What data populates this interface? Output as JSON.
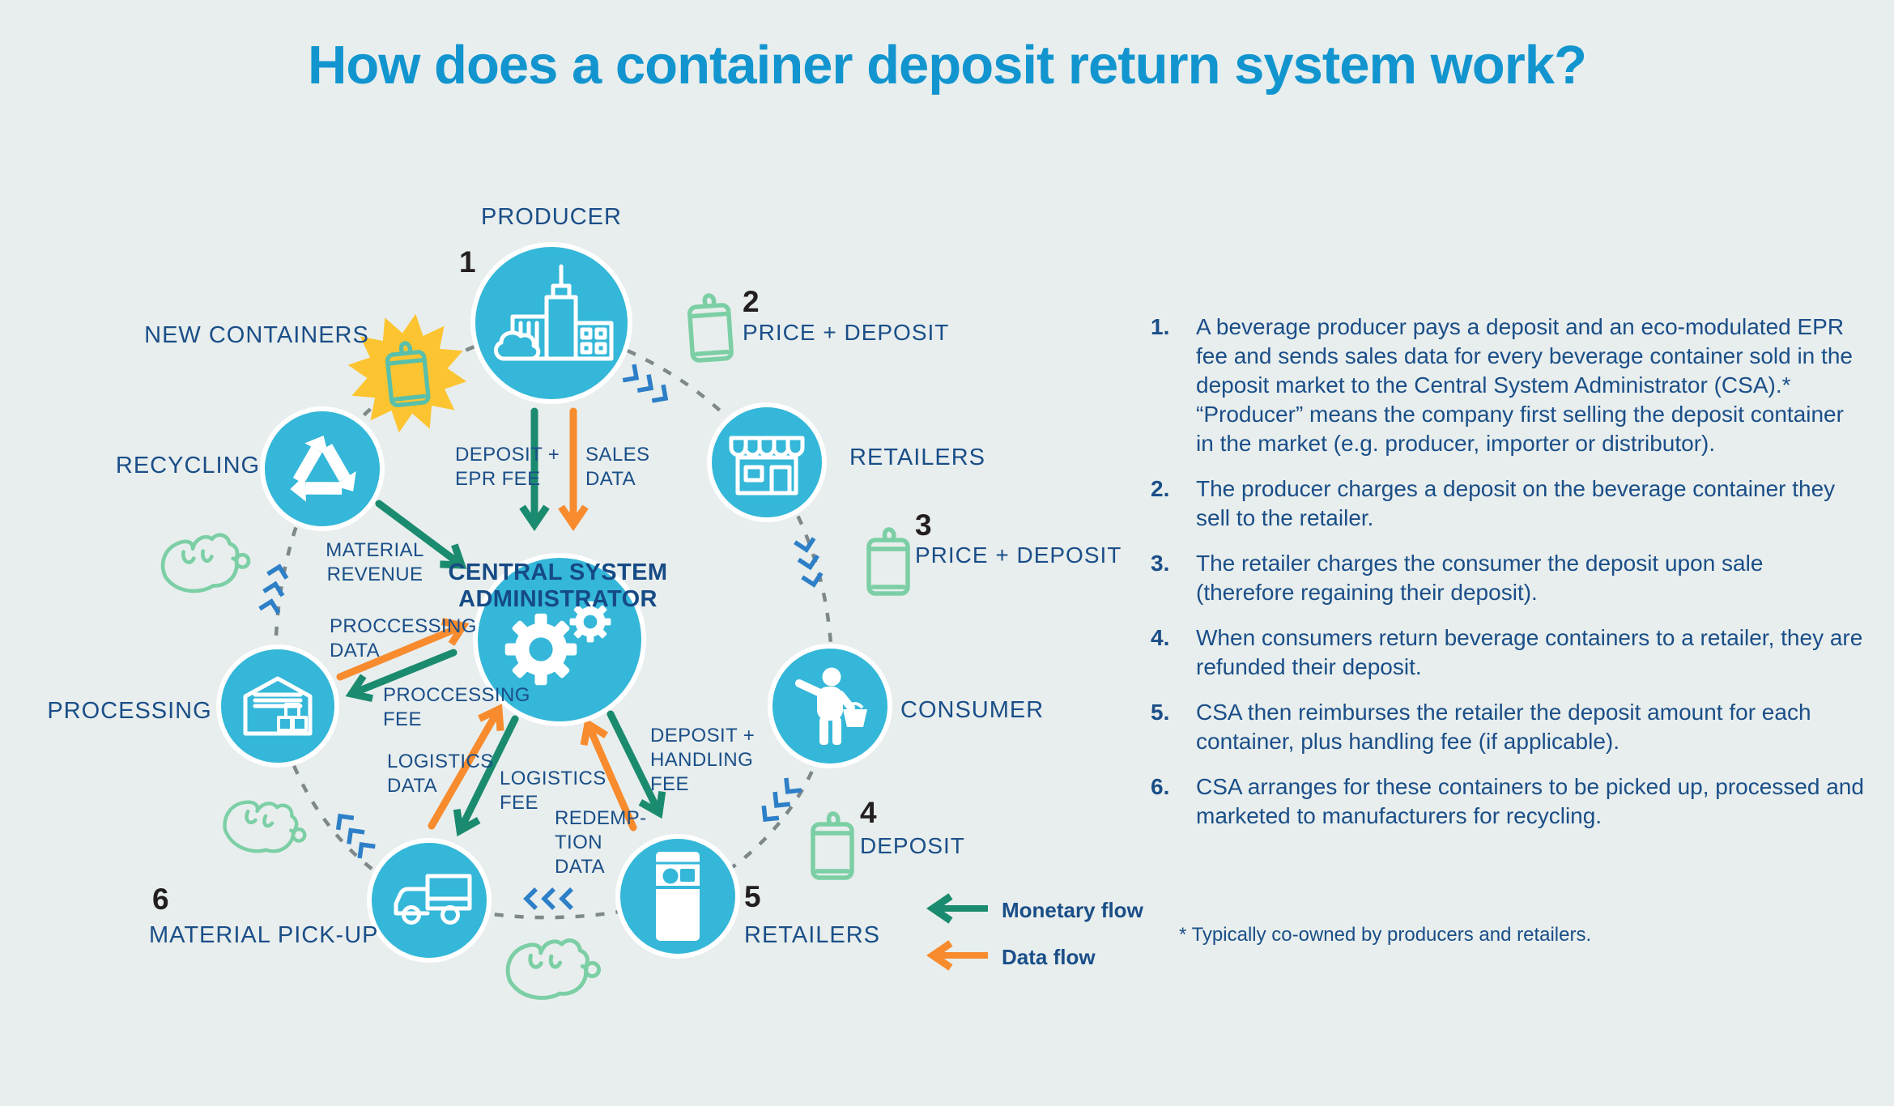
{
  "title": "How does a container deposit return system work?",
  "diagram": {
    "nodes": {
      "producer": {
        "number": "1",
        "label": "PRODUCER"
      },
      "retailers_top": {
        "label": "RETAILERS"
      },
      "consumer": {
        "label": "CONSUMER"
      },
      "retailers_bottom": {
        "number": "5",
        "label": "RETAILERS"
      },
      "material_pickup": {
        "number": "6",
        "label": "MATERIAL PICK-UP"
      },
      "processing": {
        "label": "PROCESSING"
      },
      "recycling": {
        "label": "RECYCLING"
      },
      "new_containers": {
        "label": "NEW CONTAINERS"
      },
      "csa": {
        "lines": [
          "CENTRAL SYSTEM",
          "ADMINISTRATOR"
        ]
      }
    },
    "steps": {
      "price_deposit_2": {
        "number": "2",
        "label": "PRICE + DEPOSIT"
      },
      "price_deposit_3": {
        "number": "3",
        "label": "PRICE + DEPOSIT"
      },
      "deposit_4": {
        "number": "4",
        "label": "DEPOSIT"
      }
    },
    "flows": {
      "deposit_epr_fee": {
        "lines": [
          "DEPOSIT +",
          "EPR FEE"
        ],
        "type": "monetary"
      },
      "sales_data": {
        "lines": [
          "SALES",
          "DATA"
        ],
        "type": "data"
      },
      "material_revenue": {
        "lines": [
          "MATERIAL",
          "REVENUE"
        ],
        "type": "monetary"
      },
      "proccessing_data": {
        "lines": [
          "PROCCESSING",
          "DATA"
        ],
        "type": "data"
      },
      "proccessing_fee": {
        "lines": [
          "PROCCESSING",
          "FEE"
        ],
        "type": "monetary"
      },
      "logistics_data": {
        "lines": [
          "LOGISTICS",
          "DATA"
        ],
        "type": "data"
      },
      "logistics_fee": {
        "lines": [
          "LOGISTICS",
          "FEE"
        ],
        "type": "monetary"
      },
      "redemption_data": {
        "lines": [
          "REDEMP-",
          "TION",
          "DATA"
        ],
        "type": "data"
      },
      "deposit_handling_fee": {
        "lines": [
          "DEPOSIT +",
          "HANDLING",
          "FEE"
        ],
        "type": "monetary"
      }
    },
    "legend": {
      "monetary_label": "Monetary flow",
      "data_label": "Data flow"
    },
    "icons": {
      "producer": "building-icon",
      "retailers_top": "storefront-icon",
      "consumer": "person-basket-icon",
      "retailers_bottom": "reverse-vending-machine-icon",
      "material_pickup": "truck-icon",
      "processing": "warehouse-icon",
      "recycling": "recycle-icon",
      "csa": "gears-icon",
      "new_containers": "sunburst-can-icon",
      "steps": "beverage-can-icon",
      "scrap": "crushed-can-icon"
    }
  },
  "explanation": {
    "items": [
      {
        "number": "1.",
        "text": "A beverage producer pays a deposit and an eco-modulated EPR fee and sends sales data for every beverage container sold in the deposit market to the Central System Administrator (CSA).* “Producer” means the company first selling the deposit container in the market (e.g. producer, importer or distributor)."
      },
      {
        "number": "2.",
        "text": "The producer charges a deposit on the beverage container they sell to the retailer."
      },
      {
        "number": "3.",
        "text": "The retailer charges the consumer the deposit upon sale (therefore regaining their deposit)."
      },
      {
        "number": "4.",
        "text": "When consumers return beverage containers to a retailer, they are refunded their deposit."
      },
      {
        "number": "5.",
        "text": "CSA then reimburses the retailer the deposit amount for each container, plus handling fee (if applicable)."
      },
      {
        "number": "6.",
        "text": "CSA arranges for these containers to be picked up, processed and marketed to manufacturers for recycling."
      }
    ],
    "footnote": "* Typically co-owned by producers and retailers."
  },
  "colors": {
    "background": "#e8eeed",
    "title_blue": "#1295cf",
    "text_navy": "#1a4e88",
    "node_fill": "#34b7d8",
    "monetary_green": "#1b8b6f",
    "data_orange": "#f78b2d",
    "sun_yellow": "#fcc430",
    "can_green": "#7ccfa5",
    "chevron_blue": "#2d7fc7",
    "dash_gray": "#7e888a",
    "number_black": "#231f20"
  }
}
